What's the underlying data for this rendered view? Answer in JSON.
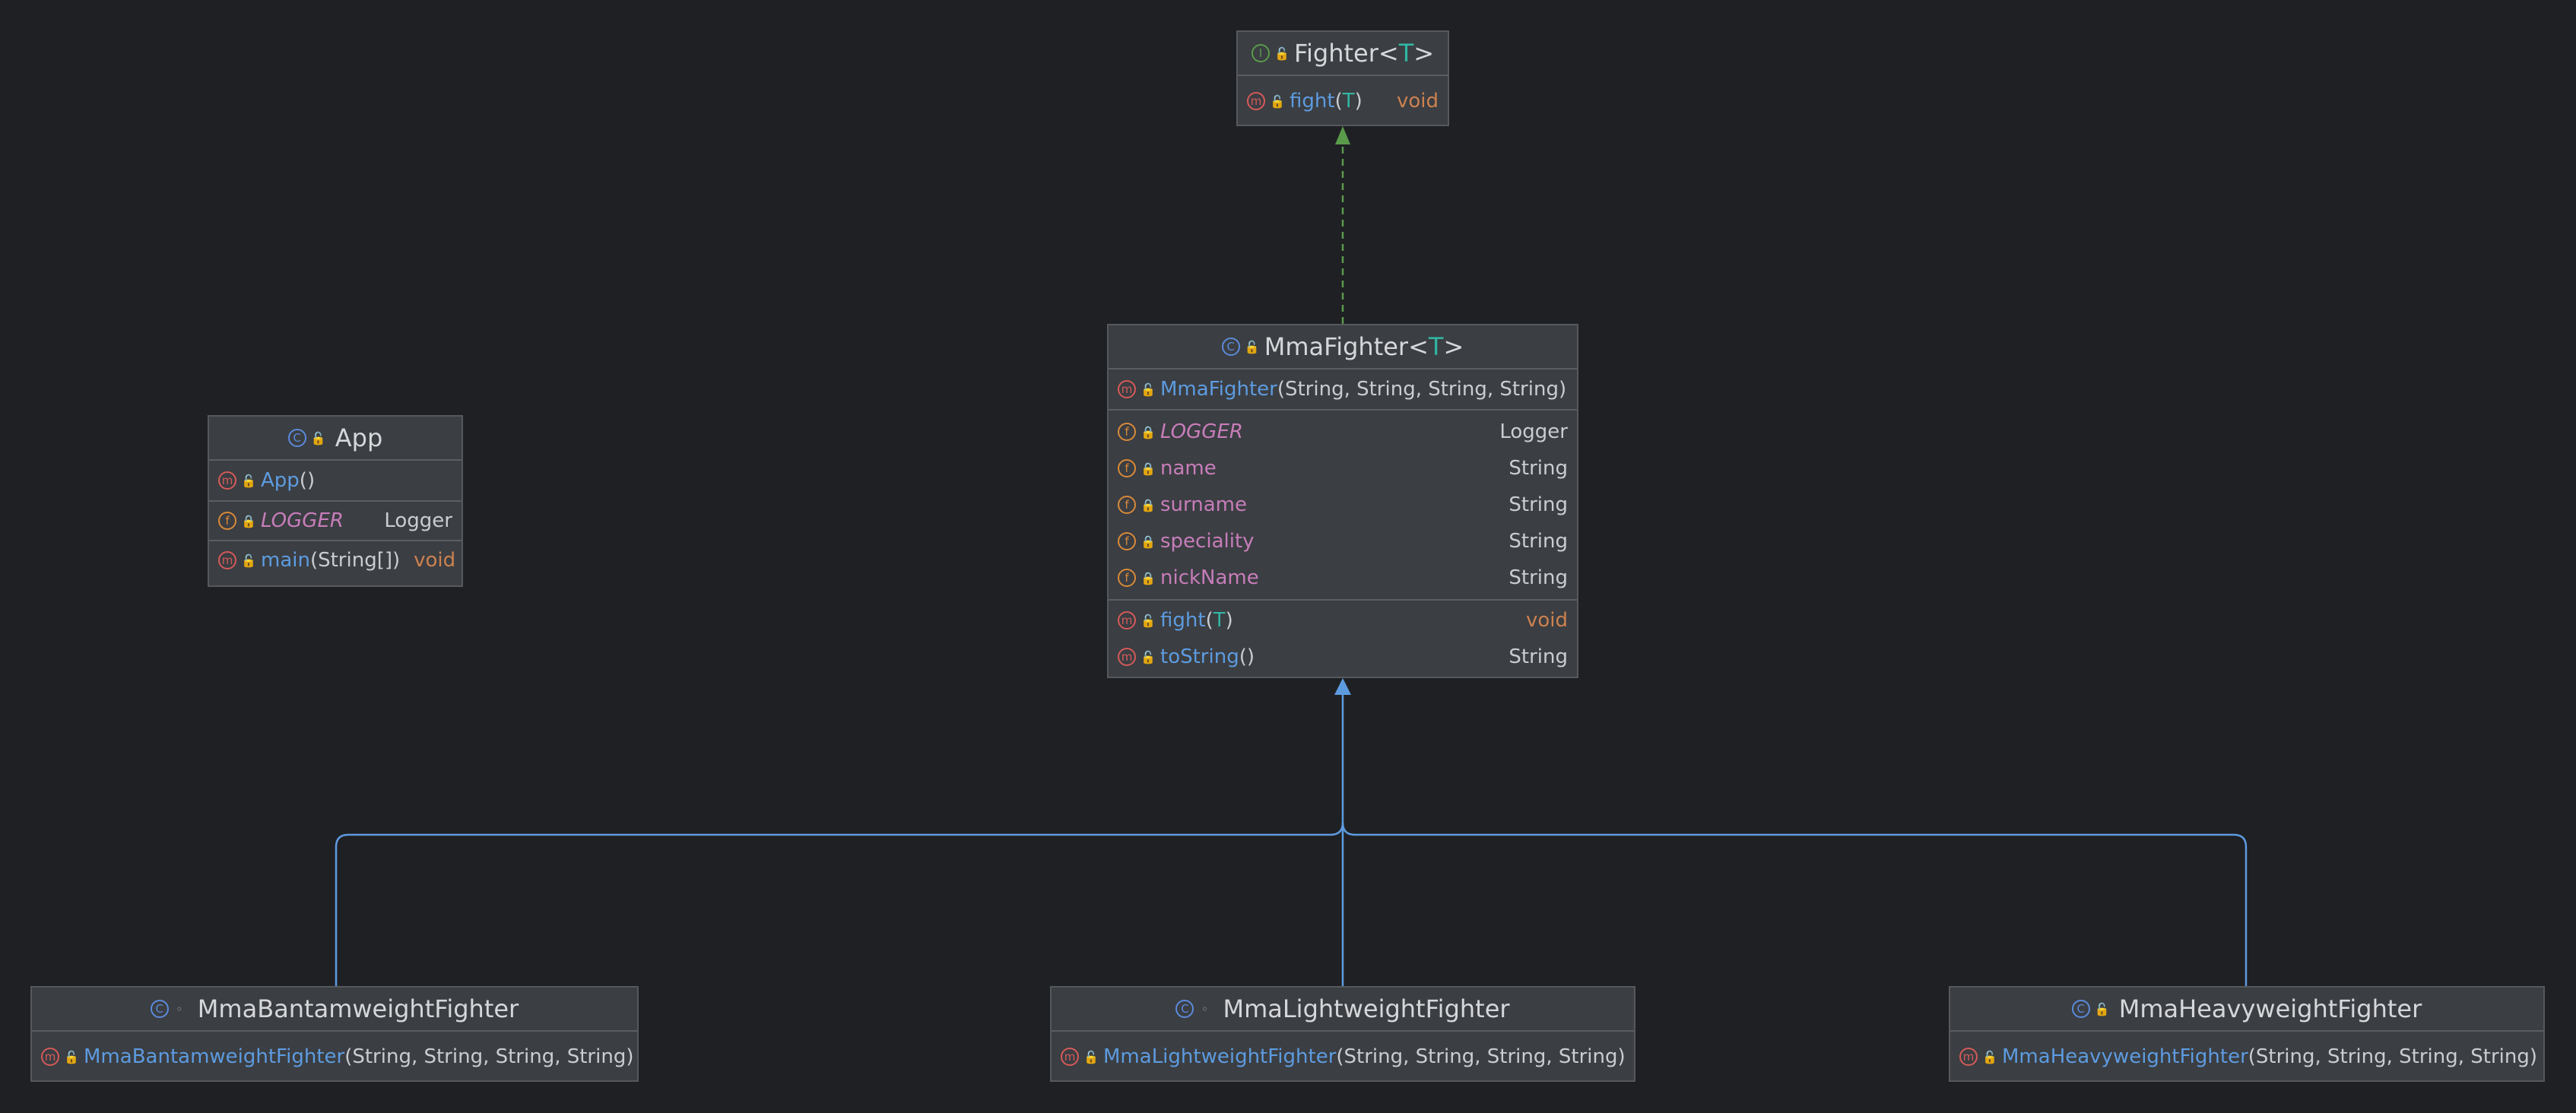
{
  "diagram": {
    "fighter": {
      "name": "Fighter",
      "open": "<",
      "close": ">",
      "type_param": "T",
      "kind_icon": "interface-icon",
      "kind_letter": "I",
      "methods": [
        {
          "name": "fight",
          "open": "(",
          "param": "T",
          "close": ")",
          "type": "void"
        }
      ]
    },
    "mma_fighter": {
      "name": "MmaFighter",
      "open": "<",
      "close": ">",
      "type_param": "T",
      "kind_icon": "class-icon",
      "kind_letter": "C",
      "constructor": {
        "name": "MmaFighter",
        "params": "(String, String, String, String)"
      },
      "fields": [
        {
          "name": "LOGGER",
          "type": "Logger",
          "static": true
        },
        {
          "name": "name",
          "type": "String"
        },
        {
          "name": "surname",
          "type": "String"
        },
        {
          "name": "speciality",
          "type": "String"
        },
        {
          "name": "nickName",
          "type": "String"
        }
      ],
      "methods": [
        {
          "name": "fight",
          "open": "(",
          "param": "T",
          "close": ")",
          "type": "void"
        },
        {
          "name": "toString",
          "params": "()",
          "type": "String"
        }
      ]
    },
    "app": {
      "name": "App",
      "kind_icon": "class-icon",
      "kind_letter": "C",
      "constructor": {
        "name": "App",
        "params": "()"
      },
      "field": {
        "name": "LOGGER",
        "type": "Logger"
      },
      "method": {
        "name": "main",
        "params": "(String[])",
        "type": "void"
      }
    },
    "bantam": {
      "name": "MmaBantamweightFighter",
      "kind_letter": "C",
      "constructor": {
        "name": "MmaBantamweightFighter",
        "params": "(String, String, String, String)"
      }
    },
    "light": {
      "name": "MmaLightweightFighter",
      "kind_letter": "C",
      "constructor": {
        "name": "MmaLightweightFighter",
        "params": "(String, String, String, String)"
      }
    },
    "heavy": {
      "name": "MmaHeavyweightFighter",
      "kind_letter": "C",
      "constructor": {
        "name": "MmaHeavyweightFighter",
        "params": "(String, String, String, String)"
      }
    },
    "icon_letters": {
      "method": "m",
      "field": "f"
    },
    "relations": [
      {
        "from": "MmaFighter",
        "to": "Fighter",
        "kind": "implements"
      },
      {
        "from": "MmaBantamweightFighter",
        "to": "MmaFighter",
        "kind": "extends"
      },
      {
        "from": "MmaLightweightFighter",
        "to": "MmaFighter",
        "kind": "extends"
      },
      {
        "from": "MmaHeavyweightFighter",
        "to": "MmaFighter",
        "kind": "extends"
      }
    ],
    "colors": {
      "background": "#1f2024",
      "implements_edge": "#5a9a4b",
      "extends_edge": "#5d9be0"
    }
  }
}
